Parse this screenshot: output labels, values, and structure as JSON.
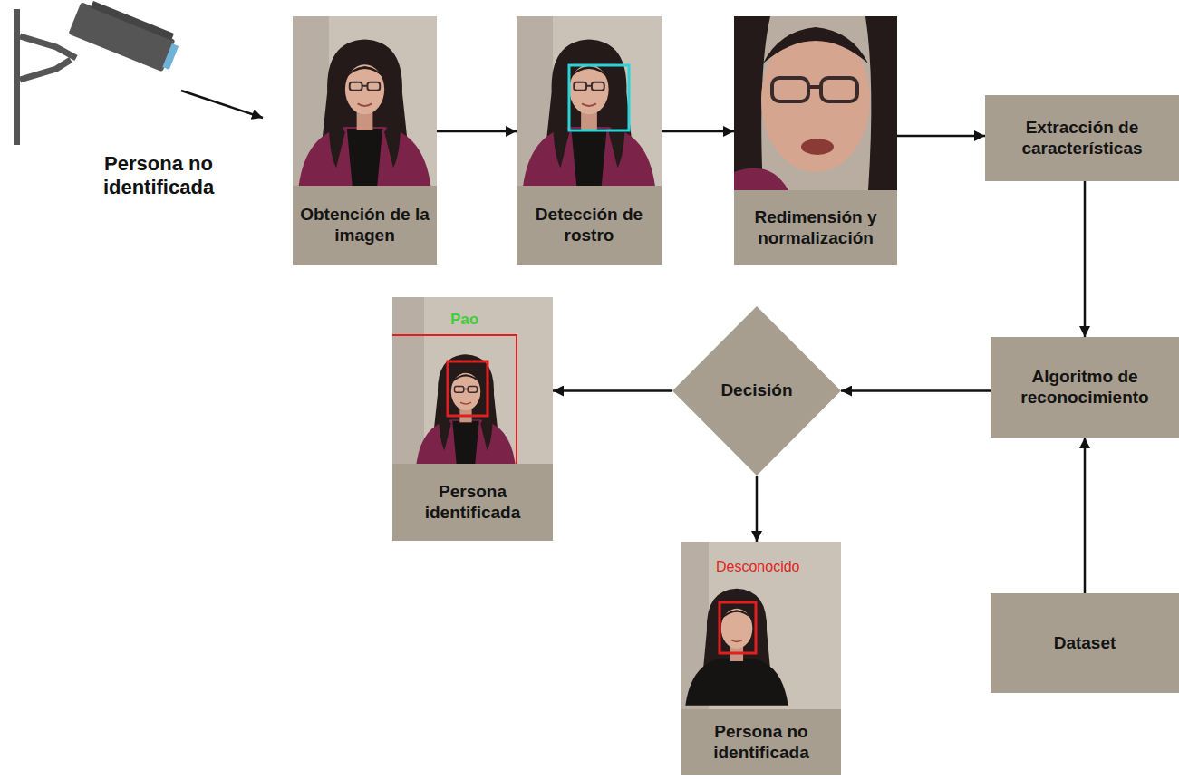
{
  "diagram": {
    "nodes": [
      {
        "text": [
          "Obtención de la imagen"
        ]
      },
      {
        "text": [
          "Detección de rostro"
        ]
      },
      {
        "text": [
          "Redimensión y normalización"
        ]
      },
      {
        "text": [
          "Extracción de características"
        ]
      },
      {
        "text": [
          "Algoritmo de reconocimiento"
        ]
      },
      {
        "text": [
          "Dataset"
        ]
      },
      {
        "text": [
          "Decisión"
        ]
      },
      {
        "text": [
          "Persona identificada"
        ]
      },
      {
        "text": [
          "Persona no identificada"
        ]
      }
    ],
    "edges": [
      {
        "from": 0,
        "to": 1,
        "arrow": "to"
      },
      {
        "from": 1,
        "to": 2,
        "arrow": "to"
      },
      {
        "from": 2,
        "to": 3,
        "arrow": "to"
      },
      {
        "from": 3,
        "to": 4,
        "arrow": "to"
      },
      {
        "from": 5,
        "to": 4,
        "arrow": "to"
      },
      {
        "from": 4,
        "to": 6,
        "arrow": "to"
      },
      {
        "from": 6,
        "to": 7,
        "arrow": "to"
      },
      {
        "from": 6,
        "to": 8,
        "arrow": "to"
      }
    ],
    "labels": [
      "Persona no identificada",
      "Pao",
      "Desconocido"
    ]
  }
}
